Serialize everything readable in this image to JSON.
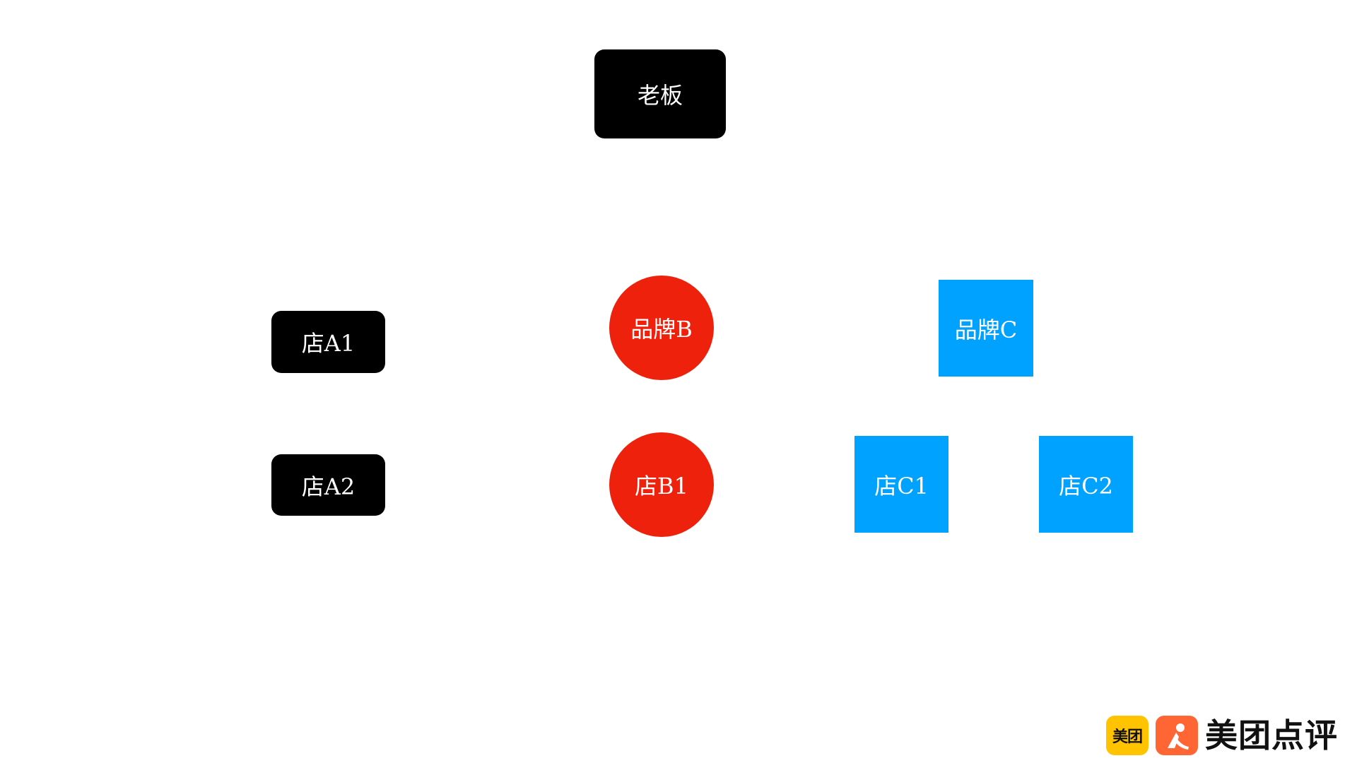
{
  "diagram": {
    "nodes": [
      {
        "id": "boss",
        "label": "老板",
        "shape": "rounded-rect",
        "color": "#000000"
      },
      {
        "id": "store-a1",
        "label": "店A1",
        "shape": "rounded-rect",
        "color": "#000000"
      },
      {
        "id": "store-a2",
        "label": "店A2",
        "shape": "rounded-rect",
        "color": "#000000"
      },
      {
        "id": "brand-b",
        "label": "品牌B",
        "shape": "circle",
        "color": "#EE220C"
      },
      {
        "id": "store-b1",
        "label": "店B1",
        "shape": "circle",
        "color": "#EE220C"
      },
      {
        "id": "brand-c",
        "label": "品牌C",
        "shape": "square",
        "color": "#00A2FF"
      },
      {
        "id": "store-c1",
        "label": "店C1",
        "shape": "square",
        "color": "#00A2FF"
      },
      {
        "id": "store-c2",
        "label": "店C2",
        "shape": "square",
        "color": "#00A2FF"
      }
    ]
  },
  "logo": {
    "meituan_badge": "美团",
    "wordmark": "美团点评",
    "colors": {
      "meituan": "#FFC300",
      "dianping": "#FF6633"
    }
  }
}
